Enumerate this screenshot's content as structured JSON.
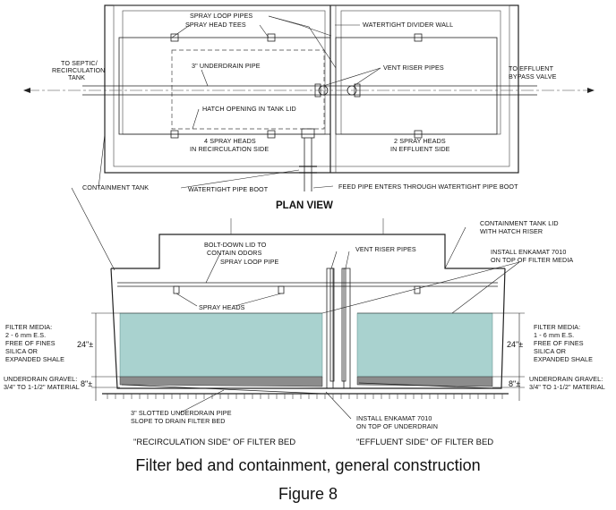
{
  "plan": {
    "spray_loop_pipes": "SPRAY LOOP PIPES",
    "spray_head_tees": "SPRAY HEAD TEES",
    "watertight_divider_wall": "WATERTIGHT DIVIDER WALL",
    "to_septic_1": "TO SEPTIC/",
    "to_septic_2": "RECIRCULATION",
    "to_septic_3": "TANK",
    "underdrain_pipe": "3\" UNDERDRAIN PIPE",
    "vent_riser_pipes": "VENT RISER PIPES",
    "to_effluent_1": "TO EFFLUENT",
    "to_effluent_2": "BYPASS VALVE",
    "hatch_opening": "HATCH OPENING IN TANK LID",
    "spray_heads_recirc_1": "4 SPRAY HEADS",
    "spray_heads_recirc_2": "IN RECIRCULATION SIDE",
    "spray_heads_eff_1": "2 SPRAY HEADS",
    "spray_heads_eff_2": "IN EFFLUENT SIDE",
    "containment_tank": "CONTAINMENT TANK",
    "watertight_pipe_boot": "WATERTIGHT PIPE BOOT",
    "feed_pipe": "FEED PIPE ENTERS THROUGH WATERTIGHT PIPE BOOT",
    "view_title": "PLAN VIEW"
  },
  "section": {
    "tank_lid_1": "CONTAINMENT TANK LID",
    "tank_lid_2": "WITH HATCH RISER",
    "bolt_down_1": "BOLT-DOWN LID TO",
    "bolt_down_2": "CONTAIN ODORS",
    "spray_loop_pipe": "SPRAY LOOP PIPE",
    "vent_riser_pipes": "VENT RISER PIPES",
    "enkamat_top_1": "INSTALL ENKAMAT 7010",
    "enkamat_top_2": "ON TOP OF FILTER MEDIA",
    "spray_heads": "SPRAY HEADS",
    "media_left_1": "FILTER MEDIA:",
    "media_left_2": "2 - 6 mm E.S.",
    "media_left_3": "FREE OF FINES",
    "media_left_4": "SILICA OR",
    "media_left_5": "EXPANDED SHALE",
    "media_right_1": "FILTER MEDIA:",
    "media_right_2": "1 - 6 mm E.S.",
    "media_right_3": "FREE OF FINES",
    "media_right_4": "SILICA OR",
    "media_right_5": "EXPANDED SHALE",
    "dim_24_left": "24\"±",
    "dim_24_right": "24\"±",
    "dim_8_left": "8\"±",
    "dim_8_right": "8\"±",
    "gravel_left_1": "UNDERDRAIN GRAVEL:",
    "gravel_left_2": "3/4\" TO 1-1/2\" MATERIAL",
    "gravel_right_1": "UNDERDRAIN GRAVEL:",
    "gravel_right_2": "3/4\" TO 1-1/2\" MATERIAL",
    "slotted_1": "3\" SLOTTED UNDERDRAIN PIPE",
    "slotted_2": "SLOPE TO DRAIN FILTER BED",
    "enkamat_under_1": "INSTALL ENKAMAT 7010",
    "enkamat_under_2": "ON TOP OF UNDERDRAIN",
    "recirc_side": "\"RECIRCULATION SIDE\" OF FILTER BED",
    "effluent_side": "\"EFFLUENT SIDE\" OF FILTER BED"
  },
  "caption": {
    "title": "Filter bed and containment, general construction",
    "figure": "Figure 8"
  },
  "colors": {
    "filter_media": "#a9d2cf",
    "gravel": "#8c8c8c"
  }
}
